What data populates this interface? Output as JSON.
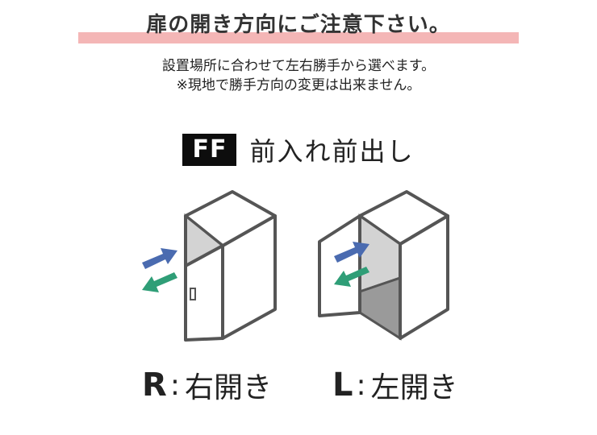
{
  "title": "扉の開き方向にご注意下さい。",
  "subtitle_lines": [
    "設置場所に合わせて左右勝手から選べます。",
    "※現地で勝手方向の変更は出来ません。"
  ],
  "model": {
    "badge": "FF",
    "label": "前入れ前出し"
  },
  "variants": [
    {
      "letter": "R",
      "colon": ":",
      "label": "右開き"
    },
    {
      "letter": "L",
      "colon": ":",
      "label": "左開き"
    }
  ],
  "colors": {
    "highlight": "#f4b6b6",
    "outline": "#555555",
    "arrow_in": "#4a6bb0",
    "arrow_out": "#2f9e77",
    "interior_light": "#d3d3d3",
    "interior_dark": "#9a9a9a"
  }
}
